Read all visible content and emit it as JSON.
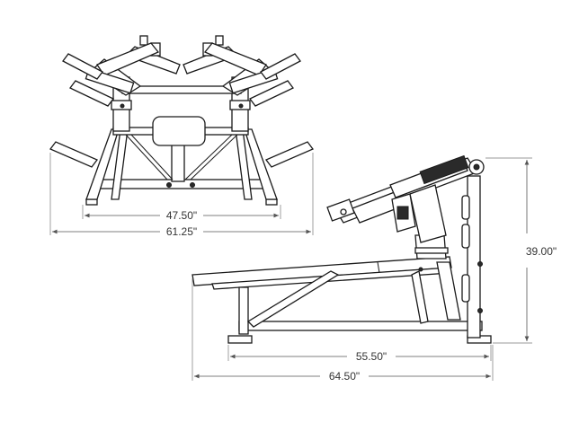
{
  "dimensions": {
    "front_inner_width": "47.50\"",
    "front_overall_width": "61.25\"",
    "side_height": "39.00\"",
    "side_base_length": "55.50\"",
    "side_overall_length": "64.50\""
  },
  "colors": {
    "line": "#1a1a1a",
    "dimension": "#555555",
    "background": "#ffffff"
  }
}
